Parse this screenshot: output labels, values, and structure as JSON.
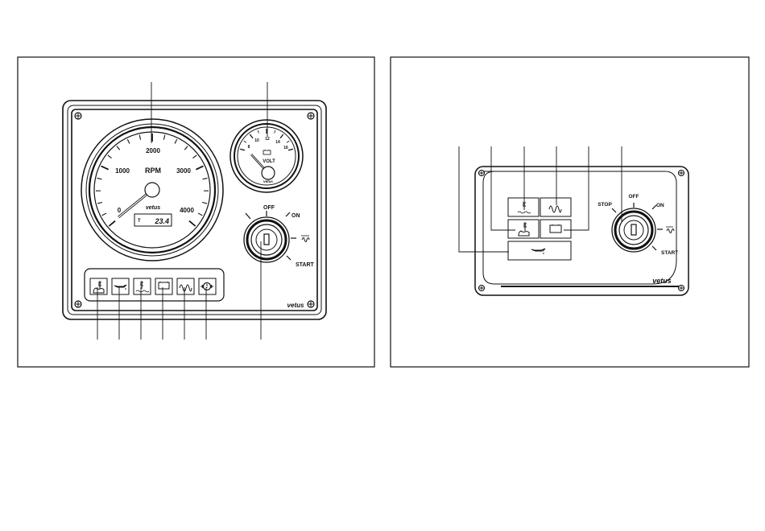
{
  "left_panel": {
    "brand": "vetus",
    "tachometer": {
      "brand": "vetus",
      "unit_label": "RPM",
      "scale": [
        "0",
        "1000",
        "2000",
        "3000",
        "4000"
      ],
      "display_prefix": "T",
      "display_value": "23.4"
    },
    "voltmeter": {
      "brand": "vetus",
      "unit_label": "VOLT",
      "scale": [
        "8",
        "10",
        "12",
        "14",
        "16"
      ]
    },
    "key_switch": {
      "off": "OFF",
      "on": "ON",
      "start": "START"
    }
  },
  "right_panel": {
    "brand": "vetus",
    "key_switch": {
      "stop": "STOP",
      "off": "OFF",
      "on": "ON",
      "start": "START"
    }
  },
  "colors": {
    "line": "#111111",
    "gauge_face": "#ffffff",
    "panel_fill": "#ffffff"
  }
}
